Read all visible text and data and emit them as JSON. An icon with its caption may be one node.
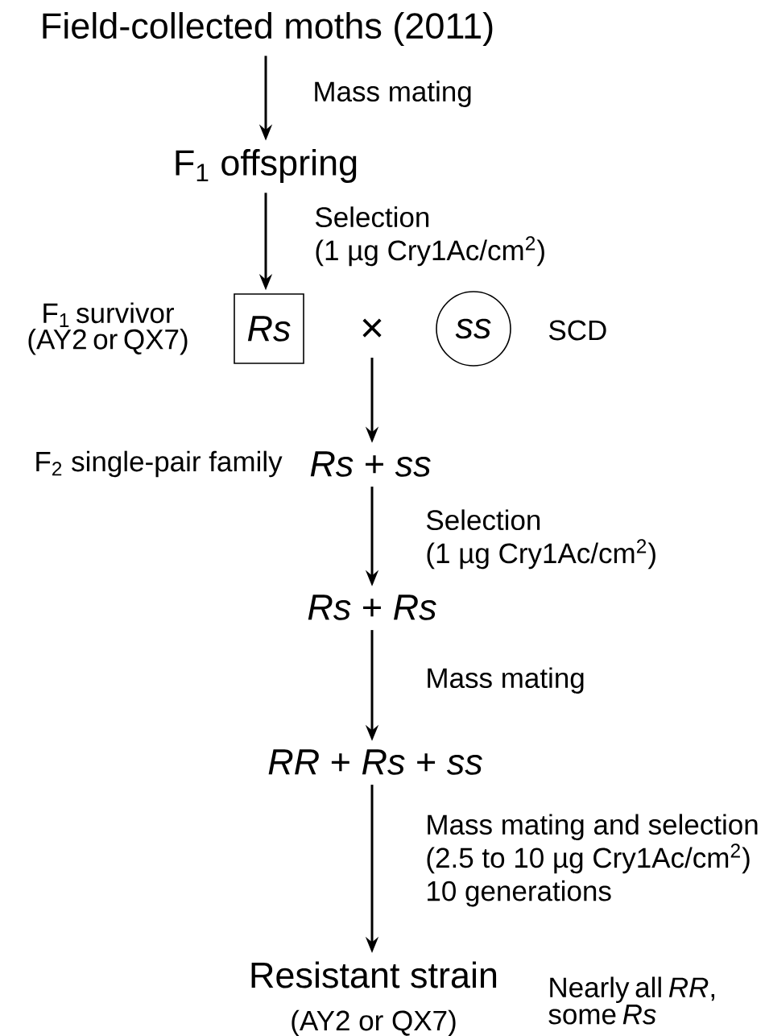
{
  "diagram": {
    "nodes": [
      {
        "text": [
          "Field-collected moths (2011)"
        ]
      },
      {
        "text": [
          "F$_{1}$ offspring"
        ]
      },
      {
        "text": [
          "Rs"
        ],
        "beside": [
          "F$_{1}$ survivor (AY2 or QX7)"
        ]
      },
      {
        "text": [
          "ss"
        ],
        "beside": [
          "SCD"
        ]
      },
      {
        "text": [
          "*Rs* + *ss*"
        ],
        "beside": [
          "F$_{2}$ single-pair family"
        ]
      },
      {
        "text": [
          "*Rs* + *Rs*"
        ]
      },
      {
        "text": [
          "*RR* + *Rs* + *ss*"
        ]
      },
      {
        "text": [
          "Resistant strain"
        ],
        "beside": [
          "(AY2 or QX7)",
          "Nearly all *RR*, some *Rs*"
        ]
      }
    ],
    "edges": [
      {
        "from": 0,
        "to": 1,
        "arrow": "to",
        "label": "Mass mating"
      },
      {
        "from": 1,
        "to": 2,
        "arrow": "to",
        "label": "Selection (1 µg Cry1Ac/cm$^{2}$)"
      },
      {
        "from": null,
        "to": 4,
        "arrow": "to"
      },
      {
        "from": 4,
        "to": 5,
        "arrow": "to",
        "label": "Selection (1 µg Cry1Ac/cm$^{2}$)"
      },
      {
        "from": 5,
        "to": 6,
        "arrow": "to",
        "label": "Mass mating"
      },
      {
        "from": 6,
        "to": 7,
        "arrow": "to",
        "label": "Mass mating and selection (2.5 to 10 µg Cry1Ac/cm$^{2}$) 10 generations"
      }
    ],
    "labels": [
      "×"
    ]
  }
}
